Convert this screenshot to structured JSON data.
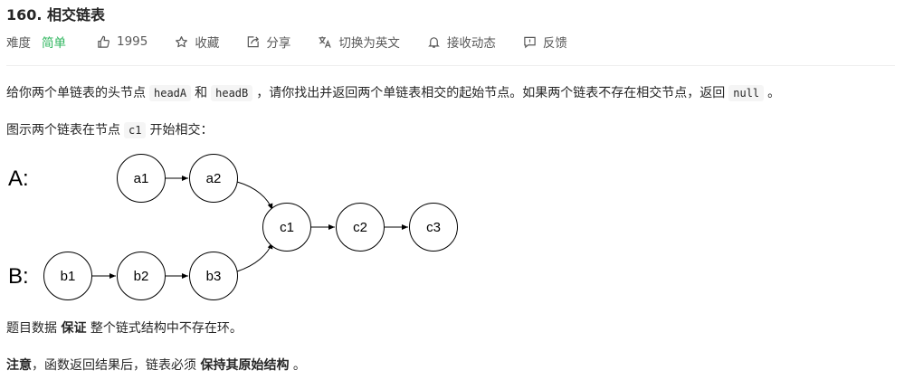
{
  "problem": {
    "title": "160. 相交链表"
  },
  "meta": {
    "difficulty_label": "难度",
    "difficulty_value": "简单",
    "likes": "1995",
    "favorite": "收藏",
    "share": "分享",
    "switch_language": "切换为英文",
    "notify": "接收动态",
    "feedback": "反馈"
  },
  "description": {
    "p1_a": "给你两个单链表的头节点",
    "p1_code1": "headA",
    "p1_b": "和",
    "p1_code2": "headB",
    "p1_c": "，请你找出并返回两个单链表相交的起始节点。如果两个链表不存在相交节点，返回",
    "p1_code3": "null",
    "p1_d": "。",
    "p2_a": "图示两个链表在节点",
    "p2_code": "c1",
    "p2_b": "开始相交：",
    "p3_a": "题目数据",
    "p3_bold": "保证",
    "p3_b": "整个链式结构中不存在环。",
    "p4_bold1": "注意",
    "p4_a": "，函数返回结果后，链表必须",
    "p4_bold2": "保持其原始结构",
    "p4_b": "。"
  },
  "diagram": {
    "label_a": "A:",
    "label_b": "B:",
    "nodes": {
      "a1": "a1",
      "a2": "a2",
      "b1": "b1",
      "b2": "b2",
      "b3": "b3",
      "c1": "c1",
      "c2": "c2",
      "c3": "c3"
    }
  },
  "colors": {
    "easy": "#2db55d",
    "text": "#262626",
    "muted": "#595959",
    "code_bg": "#f5f5f5"
  }
}
